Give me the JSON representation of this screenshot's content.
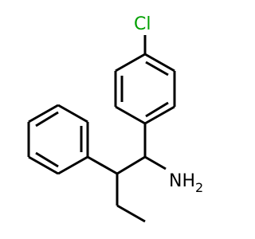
{
  "molecule": {
    "atoms": {
      "chlorine": {
        "symbol": "Cl",
        "color": "#00a000"
      },
      "amine": {
        "symbol": "NH",
        "subscript": "2",
        "color": "#000000"
      }
    },
    "bond_color": "#000000",
    "background": "#ffffff"
  }
}
